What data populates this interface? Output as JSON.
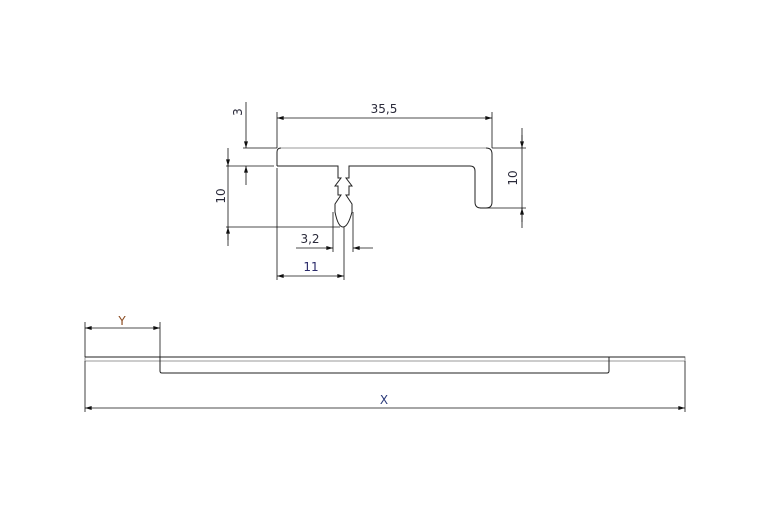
{
  "profile_view": {
    "dimensions": {
      "overall_width": "35,5",
      "flange_thickness": "3",
      "stem_height": "10",
      "leg_height": "10",
      "stem_width": "3,2",
      "stem_offset": "11"
    }
  },
  "length_view": {
    "dimensions": {
      "overhang": "Y",
      "total_length": "X"
    }
  },
  "colors": {
    "line": "#222222",
    "dimension_text": "#2a2a3a"
  }
}
